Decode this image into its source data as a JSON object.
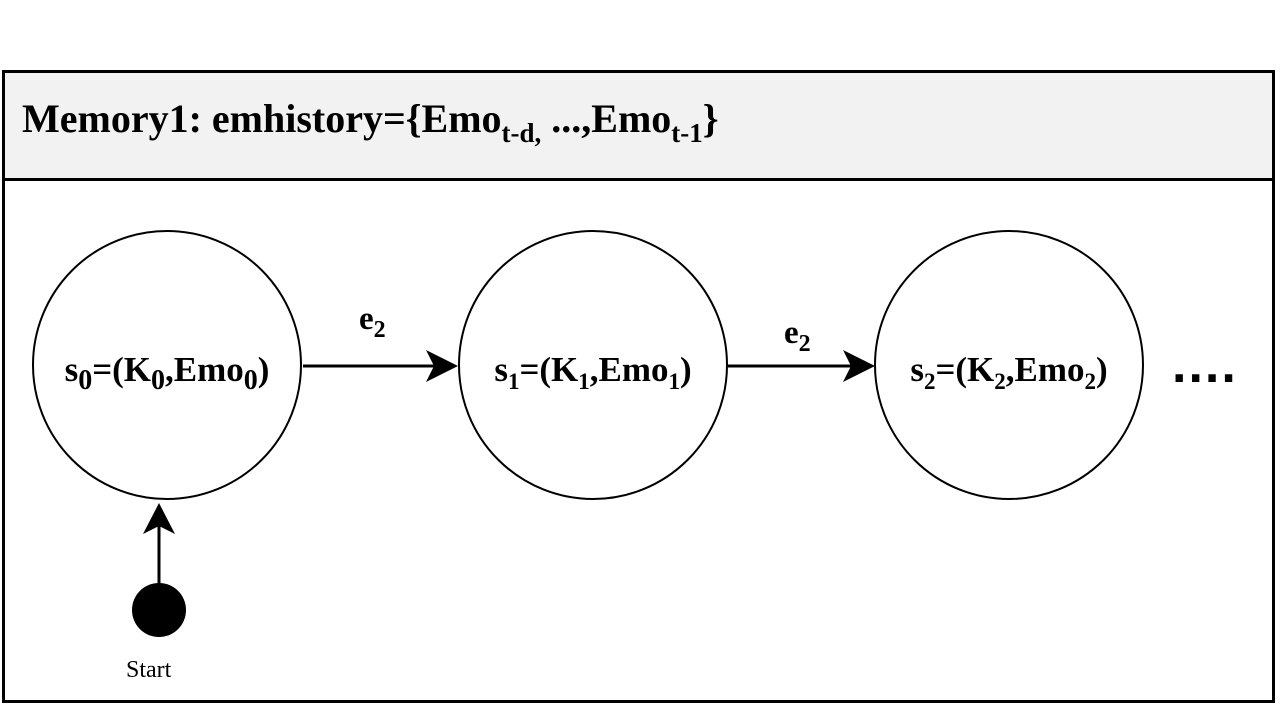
{
  "header": {
    "prefix": "Memory1: emhistory={Emo",
    "sub_first": "t-d,",
    "middle": " ...,Emo",
    "sub_last": "t-1",
    "suffix": "}"
  },
  "states": [
    {
      "s": "s",
      "s_sub": "0",
      "mid": "=(K",
      "k_sub": "0",
      "sep": ",Emo",
      "e_sub": "0",
      "end": ")"
    },
    {
      "s": "s",
      "s_sub": "1",
      "mid": "=(K",
      "k_sub": "1",
      "sep": ",Emo",
      "e_sub": "1",
      "end": ")"
    },
    {
      "s": "s",
      "s_sub": "2",
      "mid": "=(K",
      "k_sub": "2",
      "sep": ",Emo",
      "e_sub": "2",
      "end": ")"
    }
  ],
  "edges": [
    {
      "base": "e",
      "sub": "2"
    },
    {
      "base": "e",
      "sub": "2"
    }
  ],
  "ellipsis": "....",
  "start": {
    "label": "Start"
  }
}
